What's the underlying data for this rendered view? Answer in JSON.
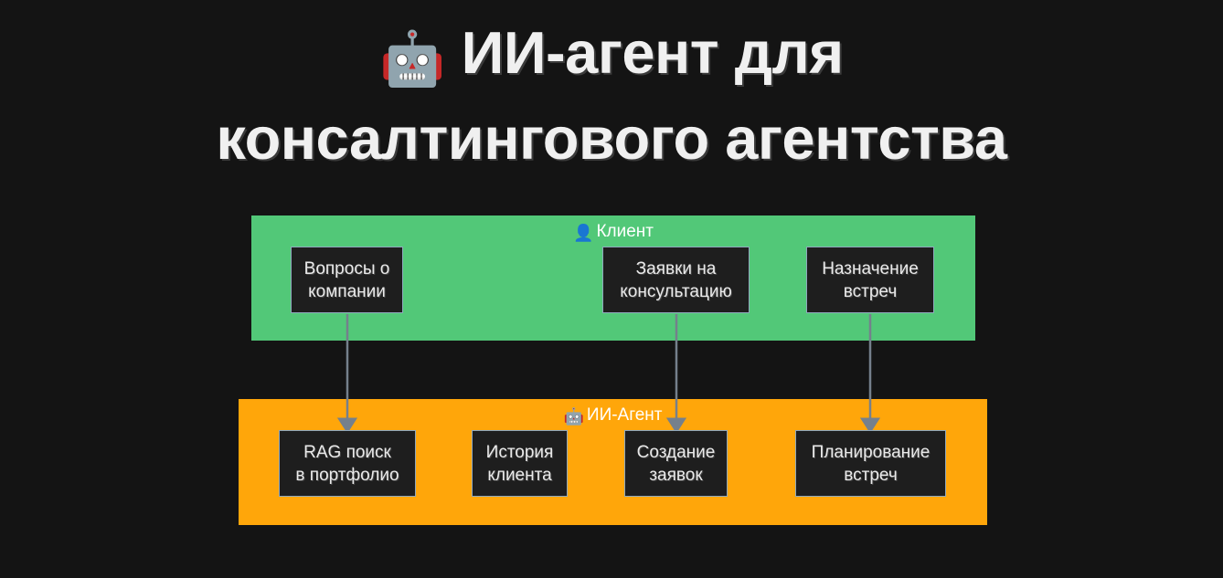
{
  "page": {
    "background_color": "#141414",
    "title": "ИИ-агент для\nконсалтингового агентства",
    "title_emoji": "🤖",
    "title_color": "#f0f0f0"
  },
  "diagram": {
    "type": "flowchart",
    "arrow_color": "#75808c",
    "node_fill": "#1e1e1e",
    "node_border": "#8fa8bd",
    "node_text_color": "#eaeaea",
    "panels": [
      {
        "id": "client",
        "label": "Клиент",
        "emoji": "👤",
        "color": "#52c878",
        "label_color": "#ffffff",
        "nodes": [
          {
            "id": "questions",
            "label": "Вопросы о\nкомпании"
          },
          {
            "id": "requests",
            "label": "Заявки на\nконсультацию"
          },
          {
            "id": "meetings",
            "label": "Назначение\nвстреч"
          }
        ]
      },
      {
        "id": "agent",
        "label": "ИИ-Агент",
        "emoji": "🤖",
        "color": "#ffa60a",
        "label_color": "#ffffff",
        "nodes": [
          {
            "id": "rag",
            "label": "RAG поиск\nв портфолио"
          },
          {
            "id": "history",
            "label": "История\nклиента"
          },
          {
            "id": "create",
            "label": "Создание\nзаявок"
          },
          {
            "id": "planning",
            "label": "Планирование\nвстреч"
          }
        ]
      }
    ],
    "edges": [
      {
        "from": "questions",
        "to": "rag"
      },
      {
        "from": "requests",
        "to": "create"
      },
      {
        "from": "meetings",
        "to": "planning"
      }
    ]
  }
}
